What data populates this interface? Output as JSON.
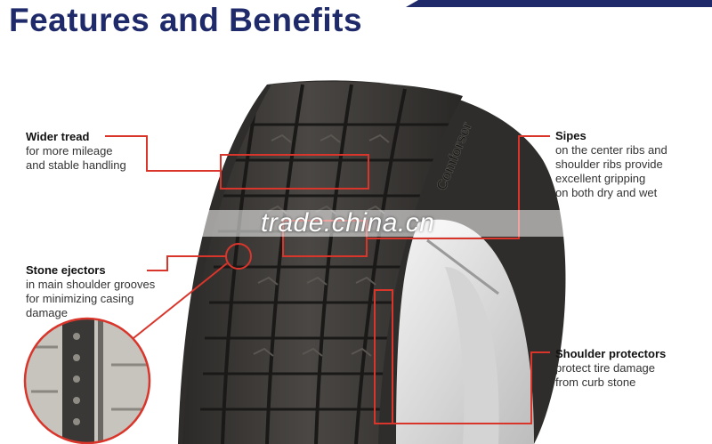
{
  "title": "Features and Benefits",
  "brand_on_sidewall": "Comforser",
  "watermark": "trade.china.cn",
  "colors": {
    "title": "#1f2a6b",
    "callout_line": "#d9352b",
    "tire_rubber": "#3a3836",
    "rim": "#e6e6e6"
  },
  "features": {
    "wider_tread": {
      "heading": "Wider tread",
      "lines": [
        "for more mileage",
        "and stable handling"
      ]
    },
    "stone_ejectors": {
      "heading": "Stone ejectors",
      "lines": [
        "in main shoulder grooves",
        "for minimizing casing",
        "damage"
      ]
    },
    "sipes": {
      "heading": "Sipes",
      "lines": [
        "on the center ribs and",
        "shoulder ribs provide",
        "excellent gripping",
        "on both dry and wet"
      ]
    },
    "shoulder_protectors": {
      "heading": "Shoulder protectors",
      "lines": [
        "protect tire damage",
        "from curb stone"
      ]
    }
  }
}
